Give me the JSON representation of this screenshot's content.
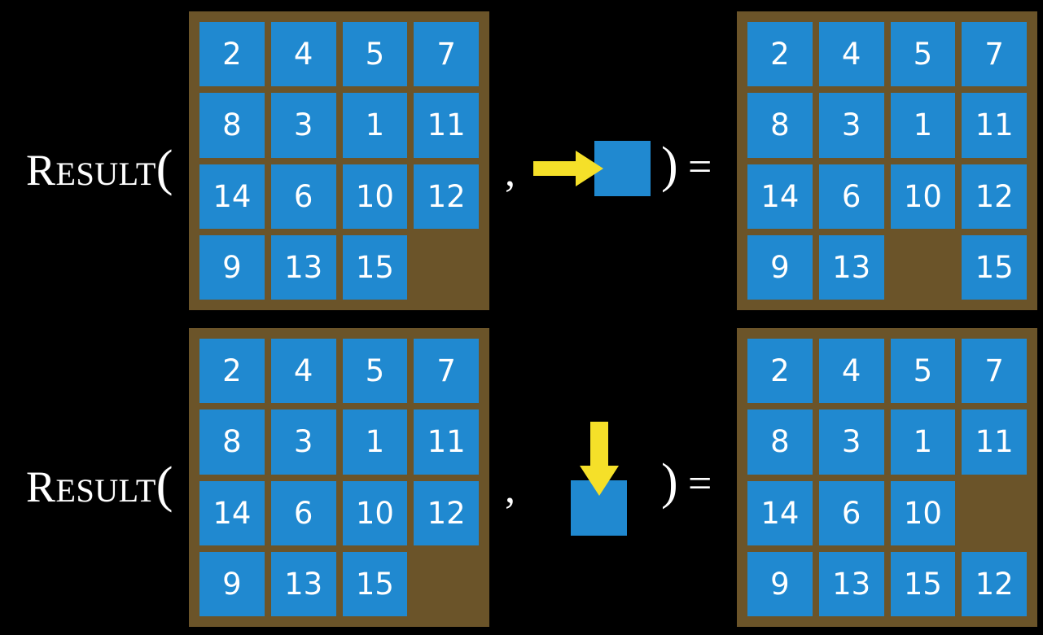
{
  "title": "Result of sliding moves on a 15-puzzle",
  "colors": {
    "background": "#000000",
    "board_frame": "#6b5429",
    "tile": "#2089d0",
    "tile_text": "#ffffff",
    "arrow": "#f5e029",
    "label_text": "#ffffff"
  },
  "labels": {
    "result_cap": "R",
    "result_rest": "ESULT",
    "open_paren": "(",
    "comma": ",",
    "close_paren": ")",
    "equals": "="
  },
  "rows": [
    {
      "id": "row-1",
      "label": {
        "cap": "R",
        "rest": "ESULT",
        "open_paren": "("
      },
      "input_board": {
        "id": "board-top-left",
        "cells": [
          "2",
          "4",
          "5",
          "7",
          "8",
          "3",
          "1",
          "11",
          "14",
          "6",
          "10",
          "12",
          "9",
          "13",
          "15",
          ""
        ]
      },
      "operand": {
        "id": "operand-right",
        "arrow_direction": "right",
        "arrow_icon": "arrow-right-icon",
        "square_label": ""
      },
      "output_board": {
        "id": "board-top-right",
        "cells": [
          "2",
          "4",
          "5",
          "7",
          "8",
          "3",
          "1",
          "11",
          "14",
          "6",
          "10",
          "12",
          "9",
          "13",
          "",
          "15"
        ]
      }
    },
    {
      "id": "row-2",
      "label": {
        "cap": "R",
        "rest": "ESULT",
        "open_paren": "("
      },
      "input_board": {
        "id": "board-bottom-left",
        "cells": [
          "2",
          "4",
          "5",
          "7",
          "8",
          "3",
          "1",
          "11",
          "14",
          "6",
          "10",
          "12",
          "9",
          "13",
          "15",
          ""
        ]
      },
      "operand": {
        "id": "operand-down",
        "arrow_direction": "down",
        "arrow_icon": "arrow-down-icon",
        "square_label": ""
      },
      "output_board": {
        "id": "board-bottom-right",
        "cells": [
          "2",
          "4",
          "5",
          "7",
          "8",
          "3",
          "1",
          "11",
          "14",
          "6",
          "10",
          "",
          "9",
          "13",
          "15",
          "12"
        ]
      }
    }
  ]
}
